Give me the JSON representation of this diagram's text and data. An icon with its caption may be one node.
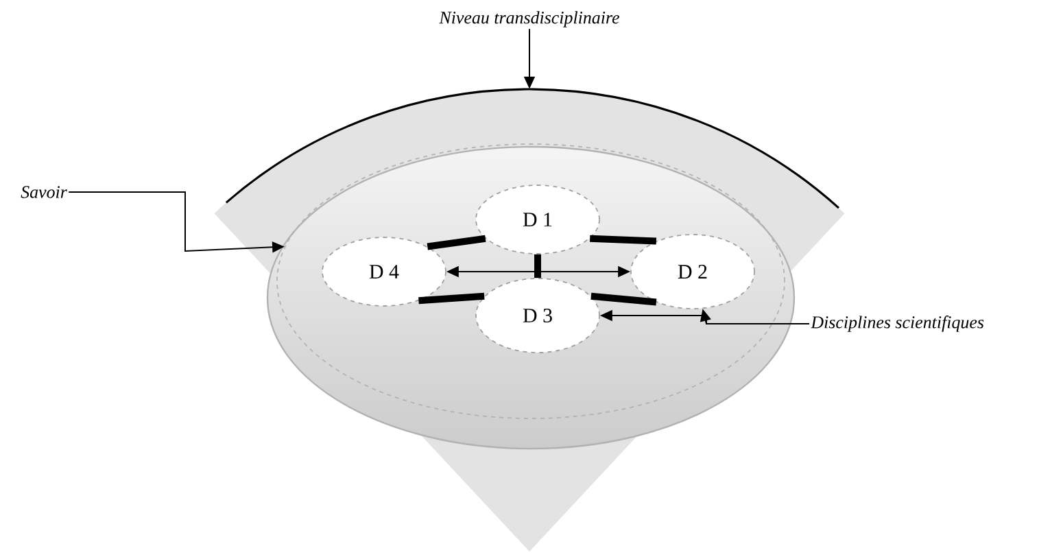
{
  "diagram": {
    "nodes": [
      {
        "text": [
          "Niveau transdisciplinaire"
        ]
      },
      {
        "text": [],
        "shape": "sector"
      },
      {
        "text": [
          "Savoir"
        ]
      },
      {
        "text": [],
        "shape": "ellipse",
        "in": 1
      },
      {
        "text": [
          "D 1"
        ],
        "in": 3
      },
      {
        "text": [
          "D 2"
        ],
        "in": 3
      },
      {
        "text": [
          "D 3"
        ],
        "in": 3
      },
      {
        "text": [
          "D 4"
        ],
        "in": 3
      },
      {
        "text": [
          "Disciplines scientifiques"
        ]
      }
    ],
    "edges": [
      {
        "from": 0,
        "to": 1,
        "arrow": "to"
      },
      {
        "from": 2,
        "to": 3,
        "arrow": "to"
      },
      {
        "from": 8,
        "to": 6,
        "arrow": "to"
      },
      {
        "from": 8,
        "to": 5,
        "arrow": "to"
      },
      {
        "from": 7,
        "to": 5,
        "arrow": "both"
      },
      {
        "from": 4,
        "to": 6,
        "arrow": "none",
        "style": "thick"
      },
      {
        "from": 7,
        "to": 4,
        "arrow": "none",
        "style": "thick"
      },
      {
        "from": 4,
        "to": 5,
        "arrow": "none",
        "style": "thick"
      },
      {
        "from": 5,
        "to": 6,
        "arrow": "none",
        "style": "thick"
      },
      {
        "from": 6,
        "to": 7,
        "arrow": "none",
        "style": "thick"
      }
    ]
  }
}
